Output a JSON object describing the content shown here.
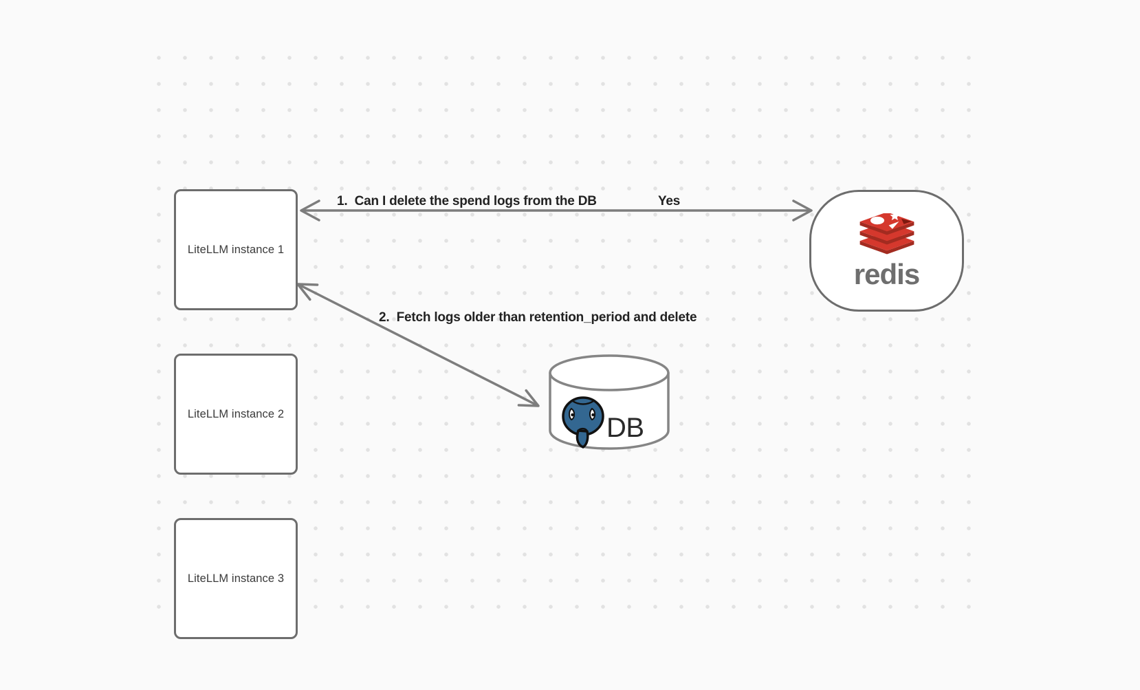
{
  "diagram": {
    "nodes": {
      "instance1": {
        "label": "LiteLLM instance 1"
      },
      "instance2": {
        "label": "LiteLLM instance 2"
      },
      "instance3": {
        "label": "LiteLLM instance 3"
      },
      "redis": {
        "wordmark": "redis"
      },
      "db": {
        "label": "DB"
      }
    },
    "edges": {
      "edge1": {
        "label": "1.  Can I delete the spend logs from the DB",
        "answer": "Yes"
      },
      "edge2": {
        "label": "2.  Fetch logs older than retention_period and delete"
      }
    },
    "colors": {
      "background": "#fafafa",
      "dot": "#e2e2e2",
      "shape_border": "#6d6d6d",
      "arrow": "#7d7d7d",
      "edge_label_text": "#222222",
      "node_text": "#3a3a3a",
      "redis_red": "#d5382d",
      "redis_red_dark": "#a32b20",
      "redis_notch_red": "#7e1a10",
      "redis_wordmark_gray": "#6e6e6e",
      "postgres_blue": "#336791",
      "cylinder_border": "#858585"
    }
  }
}
